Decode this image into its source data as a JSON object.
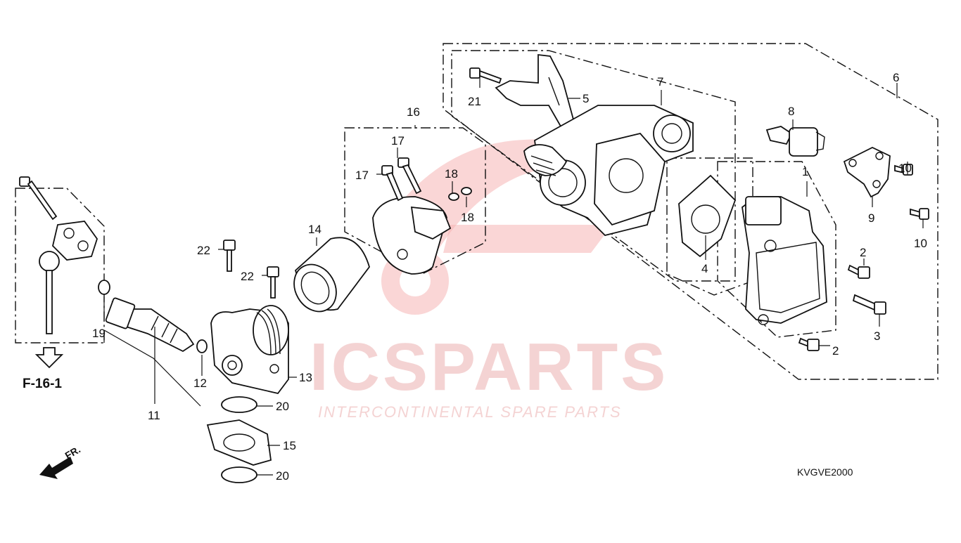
{
  "diagram": {
    "ref_label": "F-16-1",
    "direction_label": "FR.",
    "diagram_code": "KVGVE2000",
    "callouts": [
      "1",
      "2",
      "2",
      "3",
      "4",
      "5",
      "6",
      "7",
      "8",
      "9",
      "10",
      "10",
      "11",
      "12",
      "13",
      "14",
      "15",
      "16",
      "17",
      "17",
      "18",
      "18",
      "19",
      "20",
      "20",
      "21",
      "22",
      "22"
    ]
  },
  "watermark": {
    "brand": "ICSPARTS",
    "tagline": "INTERCONTINENTAL SPARE PARTS",
    "color": "#e23a3a"
  }
}
